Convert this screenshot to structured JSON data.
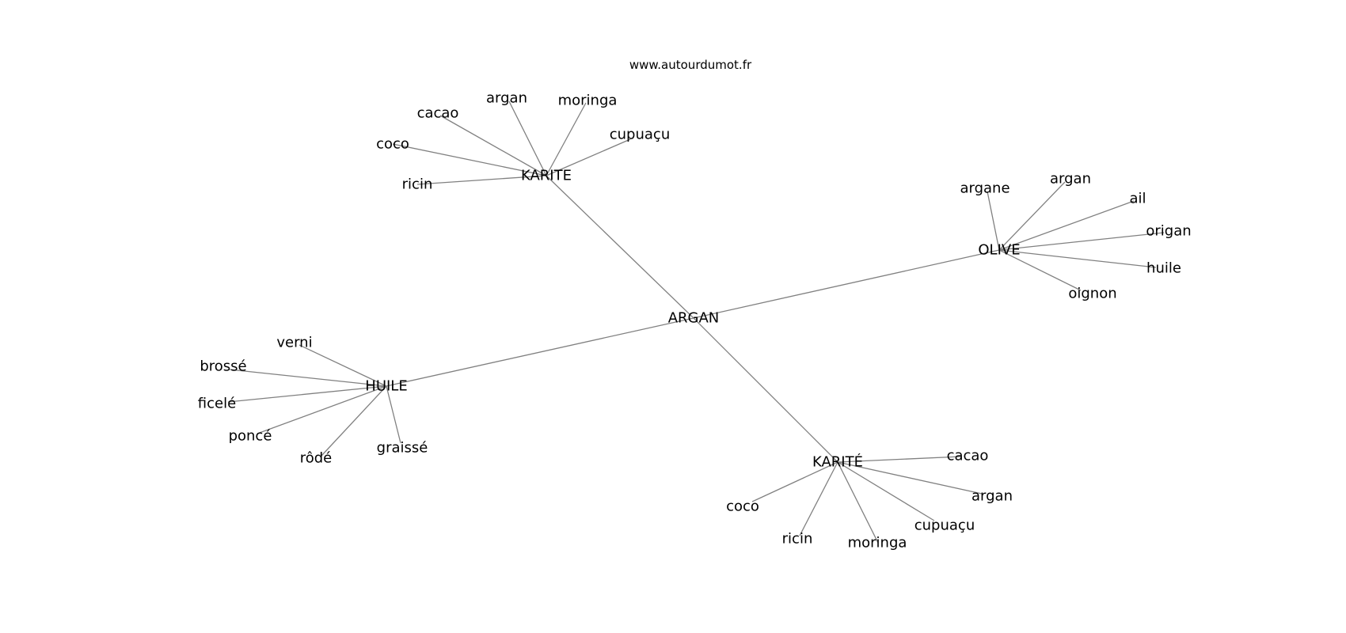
{
  "watermark": "www.autourdumot.fr",
  "edge_color": "#808080",
  "text_color": "#000000",
  "center": {
    "id": "argan-center",
    "label": "ARGAN"
  },
  "hubs": [
    {
      "id": "karite1",
      "label": "KARITE",
      "children": [
        "ricin",
        "coco",
        "cacao",
        "argan",
        "moringa",
        "cupuaçu"
      ]
    },
    {
      "id": "olive",
      "label": "OLIVE",
      "children": [
        "argane",
        "argan",
        "ail",
        "origan",
        "huile",
        "oignon"
      ]
    },
    {
      "id": "huile",
      "label": "HUILE",
      "children": [
        "verni",
        "brossé",
        "ficelé",
        "poncé",
        "rôdé",
        "graissé"
      ]
    },
    {
      "id": "karite2",
      "label": "KARITÉ",
      "children": [
        "cacao",
        "argan",
        "cupuaçu",
        "moringa",
        "ricin",
        "coco"
      ]
    }
  ]
}
